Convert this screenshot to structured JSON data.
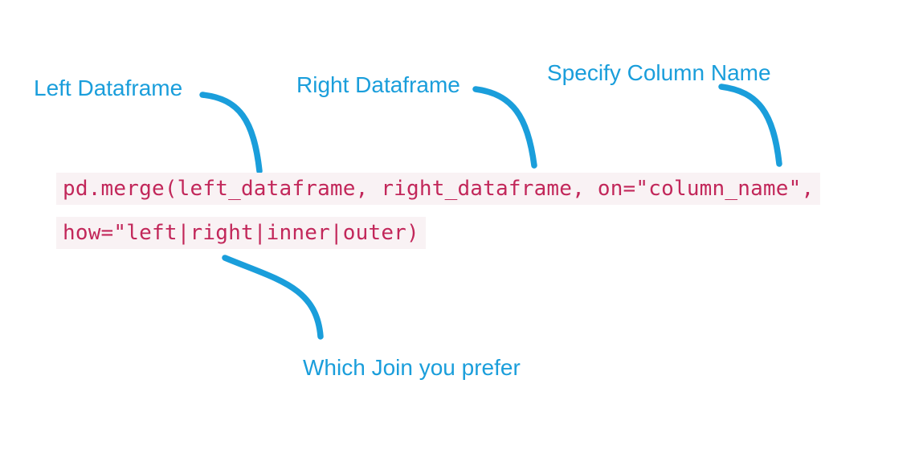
{
  "diagram": {
    "title_context": "pandas merge syntax annotated diagram",
    "colors": {
      "page_background": "#ffffff",
      "accent_blue": "#1a9edb",
      "code_text": "#c2275a",
      "code_highlight_bg": "#f9f2f4"
    },
    "annotations": {
      "left_dataframe": "Left Dataframe",
      "right_dataframe": "Right Dataframe",
      "specify_column_name": "Specify Column Name",
      "which_join": "Which Join you prefer"
    },
    "code": {
      "line1": "pd.merge(left_dataframe, right_dataframe, on=\"column_name\",",
      "line2": "how=\"left|right|inner|outer)"
    },
    "connectors": [
      {
        "id": "left-dataframe-connector",
        "from": "Left Dataframe label",
        "to": "left_dataframe argument"
      },
      {
        "id": "right-dataframe-connector",
        "from": "Right Dataframe label",
        "to": "right_dataframe argument"
      },
      {
        "id": "specify-column-connector",
        "from": "Specify Column Name label",
        "to": "column_name argument"
      },
      {
        "id": "which-join-connector",
        "from": "how= argument",
        "to": "Which Join you prefer label"
      }
    ]
  }
}
